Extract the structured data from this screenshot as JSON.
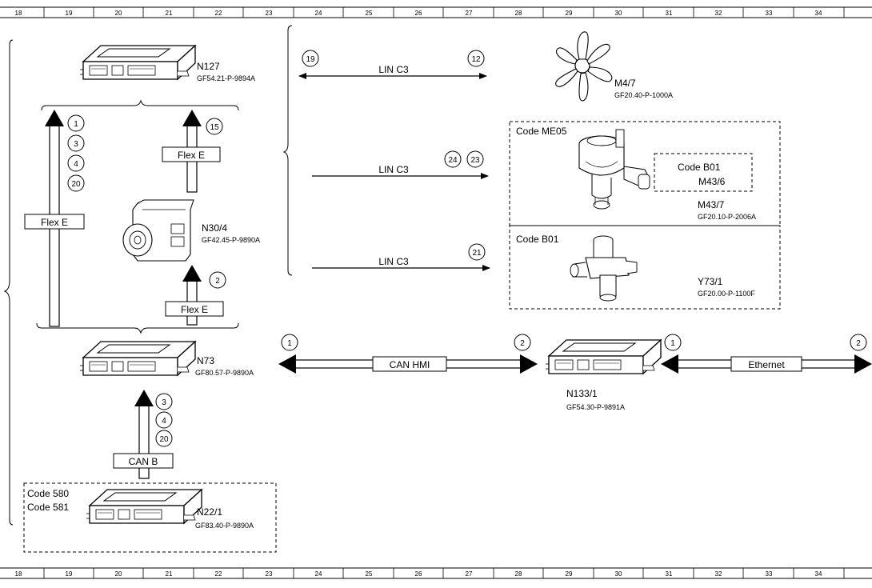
{
  "ruler": {
    "numbers": [
      "18",
      "19",
      "20",
      "21",
      "22",
      "23",
      "24",
      "25",
      "26",
      "27",
      "28",
      "29",
      "30",
      "31",
      "32",
      "33",
      "34"
    ]
  },
  "components": {
    "n127": {
      "label": "N127",
      "ref": "GF54.21-P-9894A"
    },
    "m4_7": {
      "label": "M4/7",
      "ref": "GF20.40-P-1000A"
    },
    "n30_4": {
      "label": "N30/4",
      "ref": "GF42.45-P-9890A"
    },
    "m43_7": {
      "label": "M43/7",
      "ref": "GF20.10-P-2006A"
    },
    "m43_6": {
      "label": "M43/6"
    },
    "y73_1": {
      "label": "Y73/1",
      "ref": "GF20.00-P-1100F"
    },
    "n73": {
      "label": "N73",
      "ref": "GF80.57-P-9890A"
    },
    "n133_1": {
      "label": "N133/1",
      "ref": "GF54.30-P-9891A"
    },
    "n22_1": {
      "label": "N22/1",
      "ref": "GF83.40-P-9890A"
    }
  },
  "codes": {
    "me05": "Code ME05",
    "b01_inner": "Code B01",
    "b01_outer": "Code B01",
    "c580": "Code 580",
    "c581": "Code 581"
  },
  "buses": {
    "lin1": "LIN C3",
    "lin2": "LIN C3",
    "lin3": "LIN C3",
    "flex_left": "Flex E",
    "flex_top": "Flex E",
    "flex_mid": "Flex E",
    "can_b": "CAN B",
    "can_hmi": "CAN HMI",
    "ethernet": "Ethernet"
  },
  "callouts": {
    "lin1_left": "19",
    "lin1_right": "12",
    "lin2_a": "24",
    "lin2_b": "23",
    "lin3": "21",
    "flex_left_1": "1",
    "flex_left_2": "3",
    "flex_left_3": "4",
    "flex_left_4": "20",
    "flex_top": "15",
    "flex_mid": "2",
    "canb_1": "3",
    "canb_2": "4",
    "canb_3": "20",
    "canhmi_left": "1",
    "canhmi_right": "2",
    "eth_left": "1",
    "eth_right": "2"
  }
}
